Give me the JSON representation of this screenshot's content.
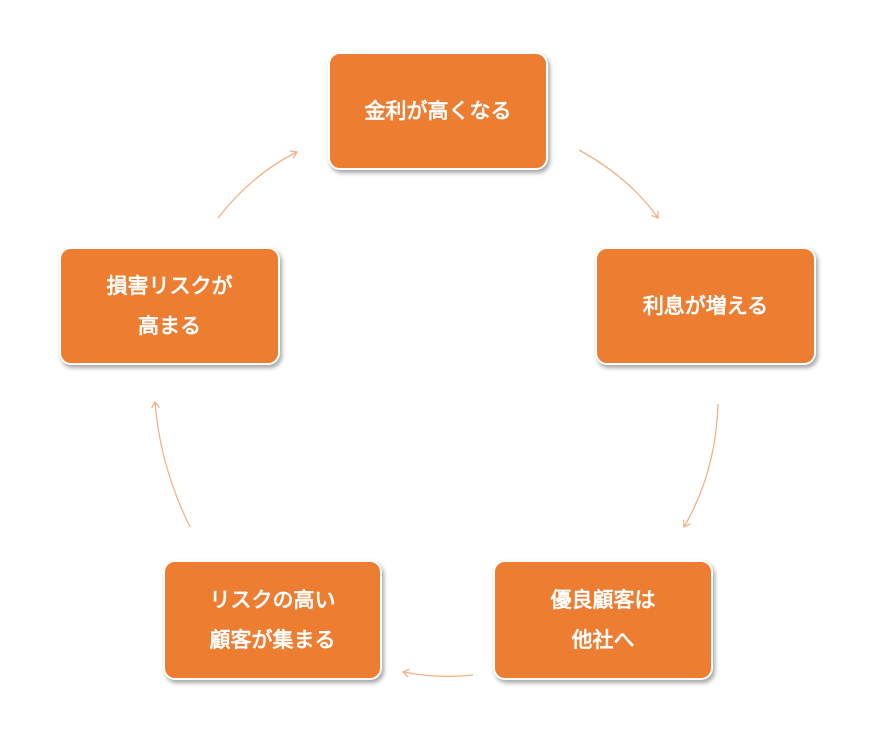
{
  "diagram": {
    "type": "cycle",
    "colors": {
      "node_fill": "#ed7d31",
      "node_border": "#ffffff",
      "node_text": "#ffffff",
      "arrow": "#f4b183"
    },
    "nodes": [
      {
        "id": "top",
        "lines": [
          "金利が高くなる"
        ]
      },
      {
        "id": "right",
        "lines": [
          "利息が増える"
        ]
      },
      {
        "id": "bottom-right",
        "lines": [
          "優良顧客は",
          "他社へ"
        ]
      },
      {
        "id": "bottom-left",
        "lines": [
          "リスクの高い",
          "顧客が集まる"
        ]
      },
      {
        "id": "left",
        "lines": [
          "損害リスクが",
          "高まる"
        ]
      }
    ],
    "edges": [
      {
        "from": "top",
        "to": "right"
      },
      {
        "from": "right",
        "to": "bottom-right"
      },
      {
        "from": "bottom-right",
        "to": "bottom-left"
      },
      {
        "from": "bottom-left",
        "to": "left"
      },
      {
        "from": "left",
        "to": "top"
      }
    ]
  }
}
